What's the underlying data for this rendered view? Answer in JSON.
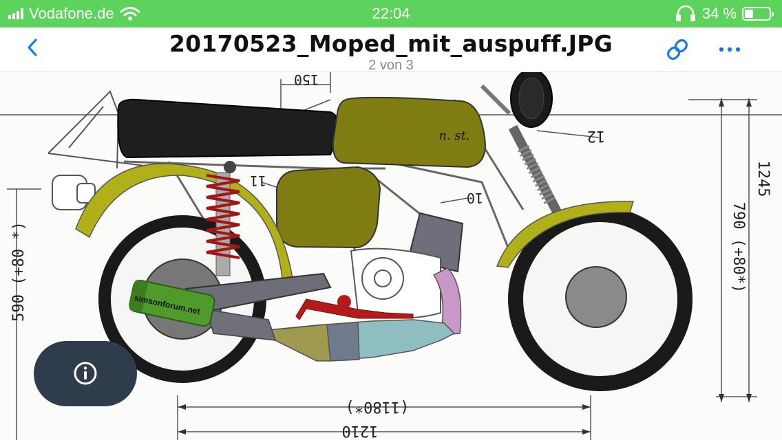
{
  "status_bar": {
    "carrier": "Vodafone.de",
    "time": "22:04",
    "battery_percent": "34 %",
    "battery_level": 0.34
  },
  "nav": {
    "title": "20170523_Moped_mit_auspuff.JPG",
    "subtitle": "2 von 3",
    "back_icon": "chevron-left-icon",
    "link_icon": "link-icon",
    "more_icon": "ellipsis-icon",
    "accent_color": "#1a7bea"
  },
  "drawing": {
    "dim_top": "150",
    "dim_left": "590 (+80 *)",
    "dim_right_inner": "790 (+80*)",
    "dim_right_outer": "1245",
    "dim_bottom_inner": "(1180*)",
    "dim_bottom_outer": "1210",
    "callout_10": "10",
    "callout_11": "11",
    "callout_12": "12",
    "tank_lettering": "n. st.",
    "muffler_lettering": "simsonforum.net"
  },
  "info_button": {
    "icon": "info-icon"
  }
}
